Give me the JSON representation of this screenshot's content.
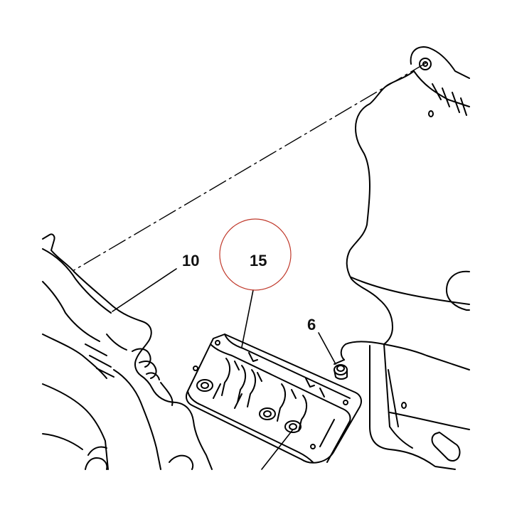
{
  "diagram": {
    "callouts": [
      {
        "id": "10",
        "label": "10"
      },
      {
        "id": "15",
        "label": "15",
        "highlighted": true
      },
      {
        "id": "6",
        "label": "6"
      }
    ],
    "highlight_color": "#c0392b",
    "line_color": "#000000"
  }
}
